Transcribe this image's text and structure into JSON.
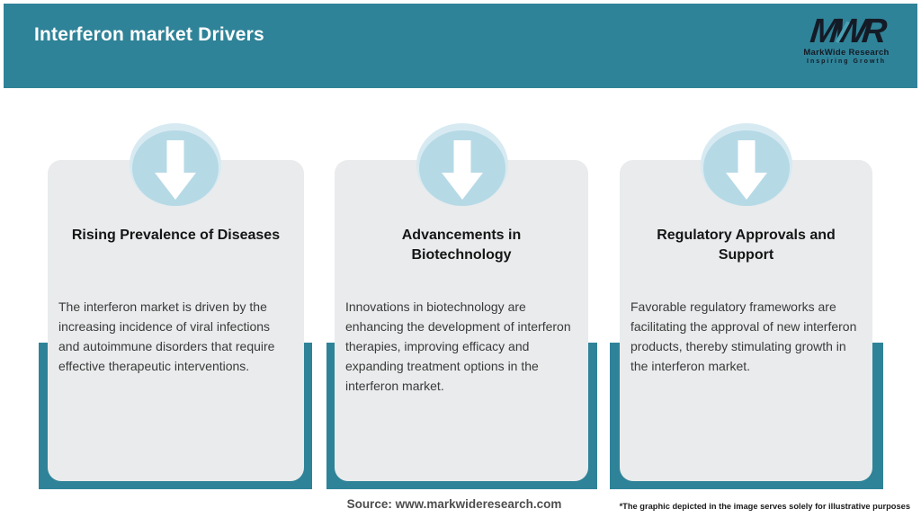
{
  "header": {
    "title": "Interferon market Drivers"
  },
  "logo": {
    "monogram": "MWR",
    "name": "MarkWide Research",
    "tagline": "Inspiring Growth"
  },
  "cards": [
    {
      "icon": "arrow-down-icon",
      "title": "Rising Prevalence of Diseases",
      "description": "The interferon market is driven by the\nincreasing incidence of viral infections\nand autoimmune disorders that require\neffective therapeutic interventions."
    },
    {
      "icon": "arrow-down-icon",
      "title": "Advancements in\nBiotechnology",
      "description": "Innovations in biotechnology are\nenhancing the development of interferon\ntherapies, improving efficacy and\nexpanding treatment options in the\ninterferon market."
    },
    {
      "icon": "arrow-down-icon",
      "title": "Regulatory Approvals and\nSupport",
      "description": "Favorable regulatory frameworks are\nfacilitating the approval of new interferon\nproducts, thereby stimulating growth in\nthe interferon market."
    }
  ],
  "footer": {
    "source": "Source: www.markwideresearch.com",
    "disclaimer": "*The graphic depicted in the image serves solely for illustrative purposes"
  },
  "colors": {
    "teal": "#2f8398",
    "teal_light": "#4aa0b5",
    "circle_blue": "#b6d9e6",
    "circle_light": "#d7eaf2",
    "card_gray": "#e9ebec",
    "logo_dark": "#141b26"
  }
}
